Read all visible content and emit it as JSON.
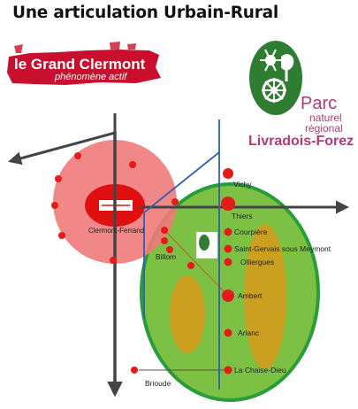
{
  "title": "Une articulation Urbain-Rural",
  "grand_clermont_logo": {
    "name": "le Grand Clermont",
    "tagline": "phénomène actif",
    "color": "#c8102e"
  },
  "park_logo": {
    "line1": "Parc",
    "line2": "naturel",
    "line3": "régional",
    "line4": "Livradois-Forez",
    "text_color": "#b23a78",
    "emblem_color": "#2e7d32"
  },
  "towns": {
    "vichy": "Vichy",
    "thiers": "Thiers",
    "courpiere": "Courpière",
    "saint_gervais": "Saint-Gervais sous Meymont",
    "olliergues": "Olliergues",
    "ambert": "Ambert",
    "arlanc": "Arlanc",
    "la_chaise_dieu": "La Chaise-Dieu",
    "billom": "Billom",
    "brioude": "Brioude",
    "clermont_ferrand": "Clermont-Ferrand"
  },
  "colors": {
    "urban_area": "#f07a7a",
    "urban_core": "#e01010",
    "rural_area": "#7cc143",
    "rural_border": "#2a9d3a",
    "sub_basin": "#d99a1a",
    "town_dot": "#e31b1b",
    "axis_line": "#444444",
    "corridor_line": "#2f5fb0"
  }
}
